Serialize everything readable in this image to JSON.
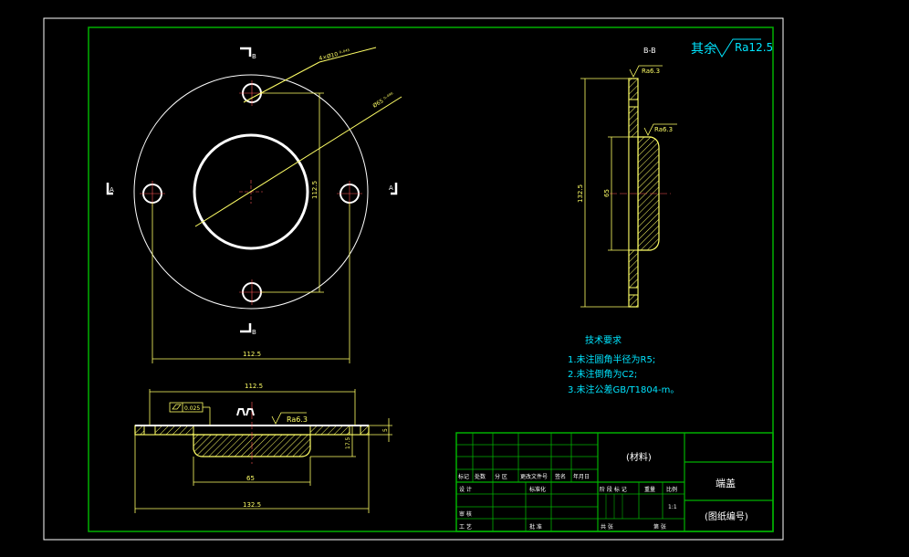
{
  "drawing": {
    "roughness_note_label": "其余",
    "roughness_note_value": "Ra12.5",
    "section_title": "B-B"
  },
  "front_view": {
    "hole_callout_1": "4×Ø10 ⁰·⁰⁴³",
    "hole_callout_2": "Ø65 ⁰·⁰⁴⁶",
    "dim_vertical": "112.5",
    "dim_horizontal": "112.5",
    "section_mark_a": "A",
    "section_mark_b": "B"
  },
  "section_view": {
    "ra_top": "Ra6.3",
    "ra_boss": "Ra6.3",
    "dim_overall": "132.5",
    "dim_boss": "65"
  },
  "bottom_view": {
    "dim_top": "112.5",
    "tolerance_value": "0.025",
    "ra": "Ra6.3",
    "dim_thickness": "5",
    "dim_height": "17.5",
    "dim_boss": "65",
    "dim_overall": "132.5"
  },
  "technical_requirements": {
    "title": "技术要求",
    "items": [
      "1.未注圆角半径为R5;",
      "2.未注倒角为C2;",
      "3.未注公差GB/T1804-m。"
    ]
  },
  "title_block": {
    "material": "(材料)",
    "part_name": "端盖",
    "drawing_number": "(图纸编号)",
    "scale_value": "1:1",
    "headers_row": [
      "标记",
      "处数",
      "分 区",
      "更改文件号",
      "签名",
      "年月日"
    ],
    "label_design": "设 计",
    "label_standard": "标准化",
    "label_stage": "阶 段 标 记",
    "label_weight": "重量",
    "label_scale": "比例",
    "label_review": "审 核",
    "label_process": "工 艺",
    "label_approve": "批 准",
    "label_total": "共 张",
    "label_page": "第 张"
  },
  "colors": {
    "background": "#000000",
    "frame": "#00b000",
    "white": "#ffffff",
    "yellow": "#ffff66",
    "cyan": "#00e5ff",
    "dashed": "#ff5555"
  }
}
